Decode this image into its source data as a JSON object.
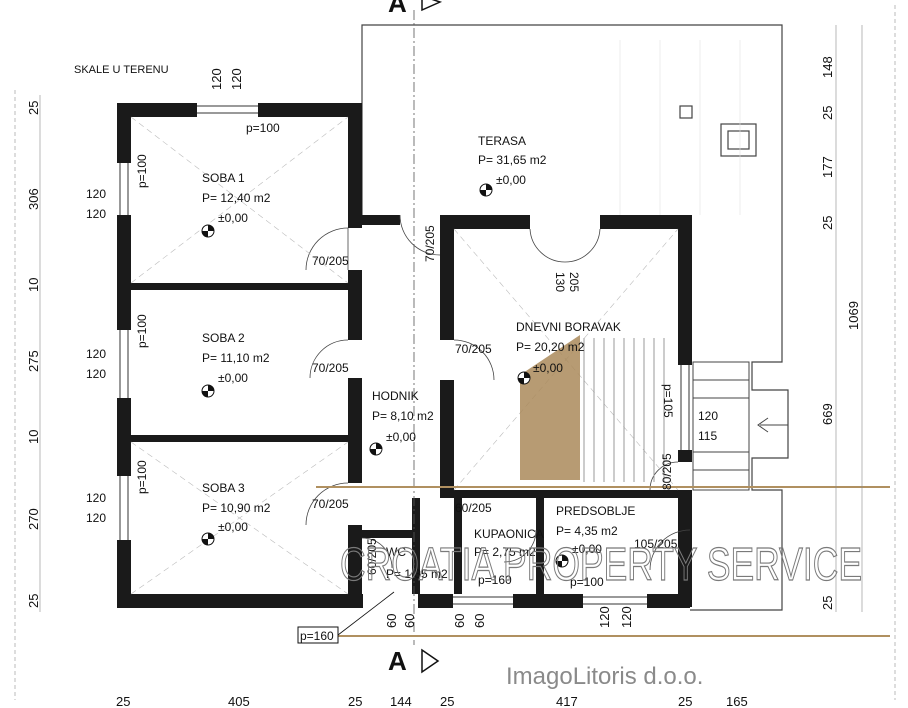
{
  "note": "SKALE U TERENU",
  "section_marker": "A",
  "rooms": {
    "soba1": {
      "name": "SOBA 1",
      "area": "P= 12,40 m2",
      "level": "±0,00"
    },
    "soba2": {
      "name": "SOBA 2",
      "area": "P= 11,10 m2",
      "level": "±0,00"
    },
    "soba3": {
      "name": "SOBA 3",
      "area": "P= 10,90 m2",
      "level": "±0,00"
    },
    "hodnik": {
      "name": "HODNIK",
      "area": "P= 8,10 m2",
      "level": "±0,00"
    },
    "terasa": {
      "name": "TERASA",
      "area": "P= 31,65 m2",
      "level": "±0,00"
    },
    "dnevni": {
      "name": "DNEVNI BORAVAK",
      "area": "P= 20,20 m2",
      "level": "±0,00"
    },
    "predsoblje": {
      "name": "PREDSOBLJE",
      "area": "P= 4,35 m2",
      "level": "±0,00"
    },
    "kupaonica": {
      "name": "KUPAONICA",
      "area": "P= 2,75 m2"
    },
    "wc": {
      "name": "WC",
      "area": "P= 1,35 m2"
    }
  },
  "openings": {
    "p100_top": "p=100",
    "p100_w1": "p=100",
    "p100_w2": "p=100",
    "p100_w3": "p=100",
    "p100_bottom": "p=100",
    "p105": "p=105",
    "p160_a": "p=160",
    "p160_b": "p=160",
    "d70_205_a": "70/205",
    "d70_205_b": "70/205",
    "d70_205_c": "70/205",
    "d70_205_d": "70/205",
    "d70_205_v": "70/205",
    "d60_205_a": "60/205",
    "d60_205_v": "60/205",
    "d80_205_v": "80/205",
    "d105_205": "105/205",
    "d130": "130",
    "d205": "205",
    "w120_a": "120",
    "w120_b": "120",
    "w120_c": "120",
    "w120_d": "120",
    "w120_e": "120",
    "w120_f": "120",
    "w120_g": "120",
    "w115": "115"
  },
  "dims_left": [
    "25",
    "306",
    "10",
    "275",
    "10",
    "270",
    "25"
  ],
  "dims_right": [
    "148",
    "25",
    "177",
    "25",
    "1069",
    "669",
    "25"
  ],
  "dims_top": [
    "120",
    "120"
  ],
  "dims_bottom": [
    "25",
    "405",
    "25",
    "144",
    "25",
    "417",
    "25",
    "165"
  ],
  "dims_bottom_inner": [
    "60",
    "60",
    "60",
    "60",
    "120",
    "120"
  ],
  "watermark": "CROATIA PROPERTY SERVICE",
  "company": "ImagoLitoris d.o.o.",
  "colors": {
    "wall": "#1a1a1a",
    "accent": "#b09060",
    "stairs": "#aa8a5a"
  }
}
